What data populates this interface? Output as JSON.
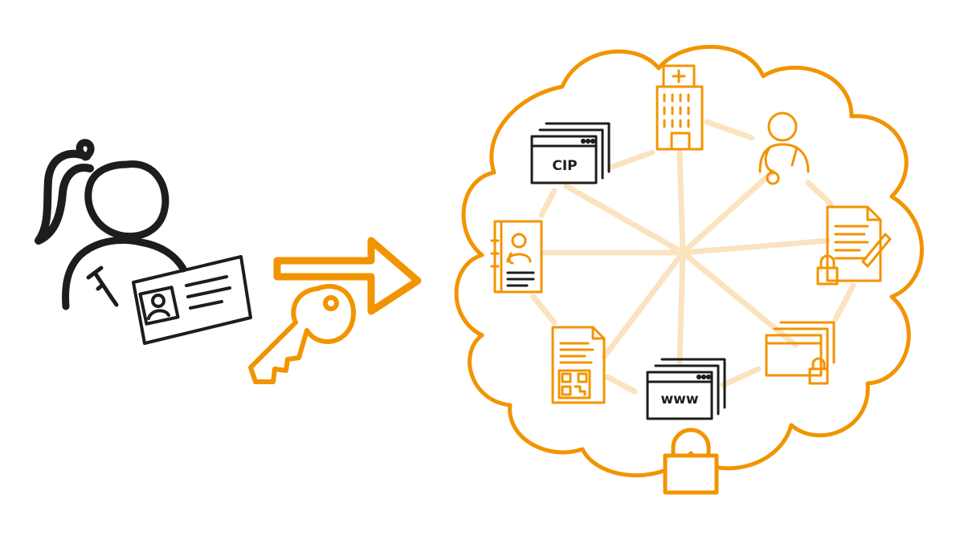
{
  "colors": {
    "ink": "#1d1d1b",
    "accent": "#f29400",
    "spoke": "#fbe3c0",
    "background": "#ffffff"
  },
  "diagram": {
    "person": {
      "icon": "woman-with-vaccination-card-icon"
    },
    "key_arrow": {
      "icon": "key-arrow-icon"
    },
    "cloud": {
      "icon": "cloud-icon",
      "hub": "network-hub",
      "nodes": [
        {
          "icon": "hospital-icon"
        },
        {
          "icon": "doctor-icon"
        },
        {
          "icon": "locked-signed-document-icon"
        },
        {
          "icon": "locked-folder-icon"
        },
        {
          "icon": "website-windows-icon",
          "label": "www"
        },
        {
          "icon": "qr-code-document-icon"
        },
        {
          "icon": "vaccination-record-book-icon"
        },
        {
          "icon": "cip-windows-icon",
          "label": "CIP"
        }
      ],
      "lock": {
        "icon": "padlock-icon"
      }
    }
  }
}
